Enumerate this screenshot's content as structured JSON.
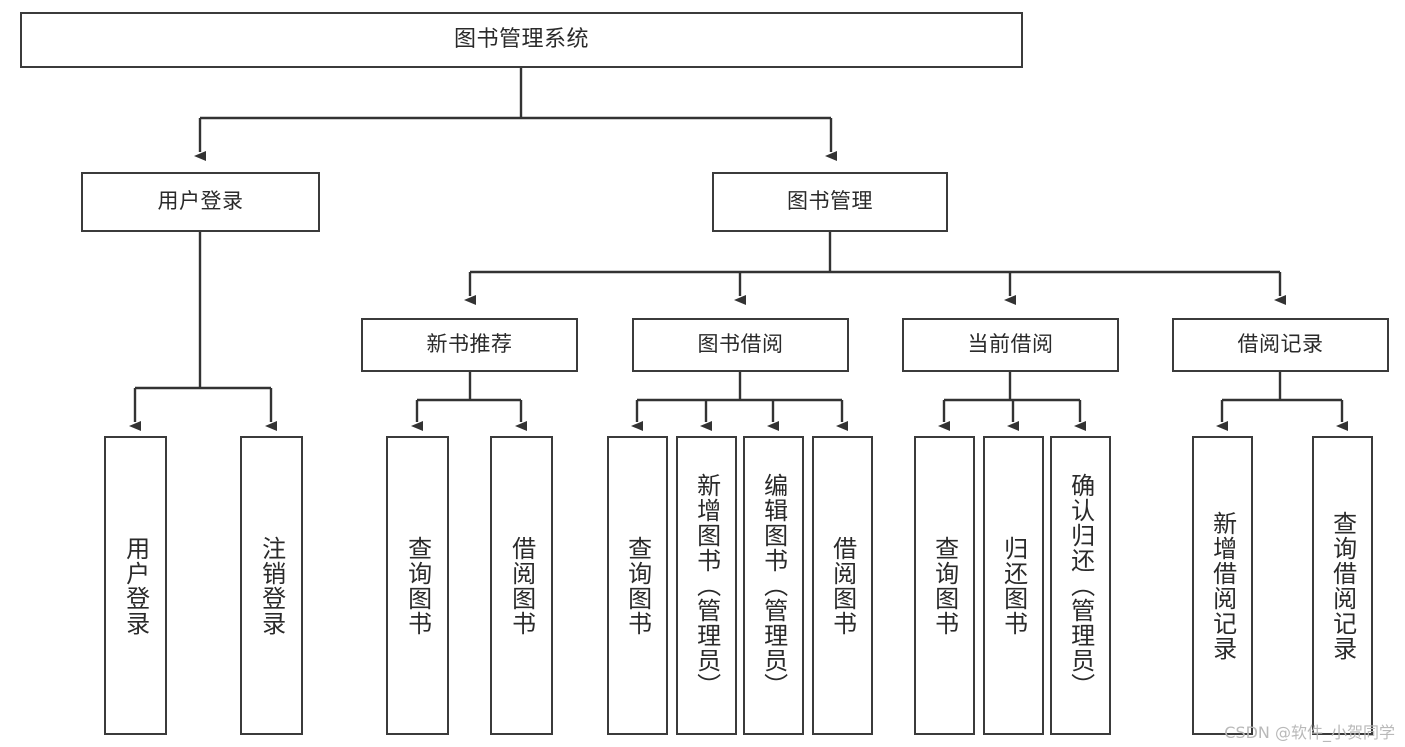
{
  "diagram": {
    "type": "tree",
    "title": "图书管理系统",
    "orientation": "top-down",
    "colors": {
      "box_border": "#3b3b3b",
      "box_fill": "#ffffff",
      "edge": "#333333",
      "text": "#2a2a2a",
      "watermark": "#b9b9b9",
      "background": "#ffffff"
    },
    "nodes": {
      "root": {
        "label": "图书管理系统"
      },
      "level2": [
        {
          "id": "user-login",
          "label": "用户登录"
        },
        {
          "id": "book-manage",
          "label": "图书管理"
        }
      ],
      "level3": [
        {
          "id": "new-book-rec",
          "label": "新书推荐"
        },
        {
          "id": "book-borrow",
          "label": "图书借阅"
        },
        {
          "id": "current-borrow",
          "label": "当前借阅"
        },
        {
          "id": "borrow-record",
          "label": "借阅记录"
        }
      ],
      "leaves": {
        "user-login": [
          {
            "id": "leaf-user-login",
            "label": "用户登录"
          },
          {
            "id": "leaf-user-logout",
            "label": "注销登录"
          }
        ],
        "new-book-rec": [
          {
            "id": "leaf-query-book-1",
            "label": "查询图书"
          },
          {
            "id": "leaf-borrow-book-1",
            "label": "借阅图书"
          }
        ],
        "book-borrow": [
          {
            "id": "leaf-query-book-2",
            "label": "查询图书"
          },
          {
            "id": "leaf-add-book",
            "label": "新增图书（管理员）"
          },
          {
            "id": "leaf-edit-book",
            "label": "编辑图书（管理员）"
          },
          {
            "id": "leaf-borrow-book-2",
            "label": "借阅图书"
          }
        ],
        "current-borrow": [
          {
            "id": "leaf-query-book-3",
            "label": "查询图书"
          },
          {
            "id": "leaf-return-book",
            "label": "归还图书"
          },
          {
            "id": "leaf-confirm-return",
            "label": "确认归还（管理员）"
          }
        ],
        "borrow-record": [
          {
            "id": "leaf-add-record",
            "label": "新增借阅记录"
          },
          {
            "id": "leaf-query-record",
            "label": "查询借阅记录"
          }
        ]
      }
    },
    "watermark": "CSDN @软件_小贺同学"
  }
}
